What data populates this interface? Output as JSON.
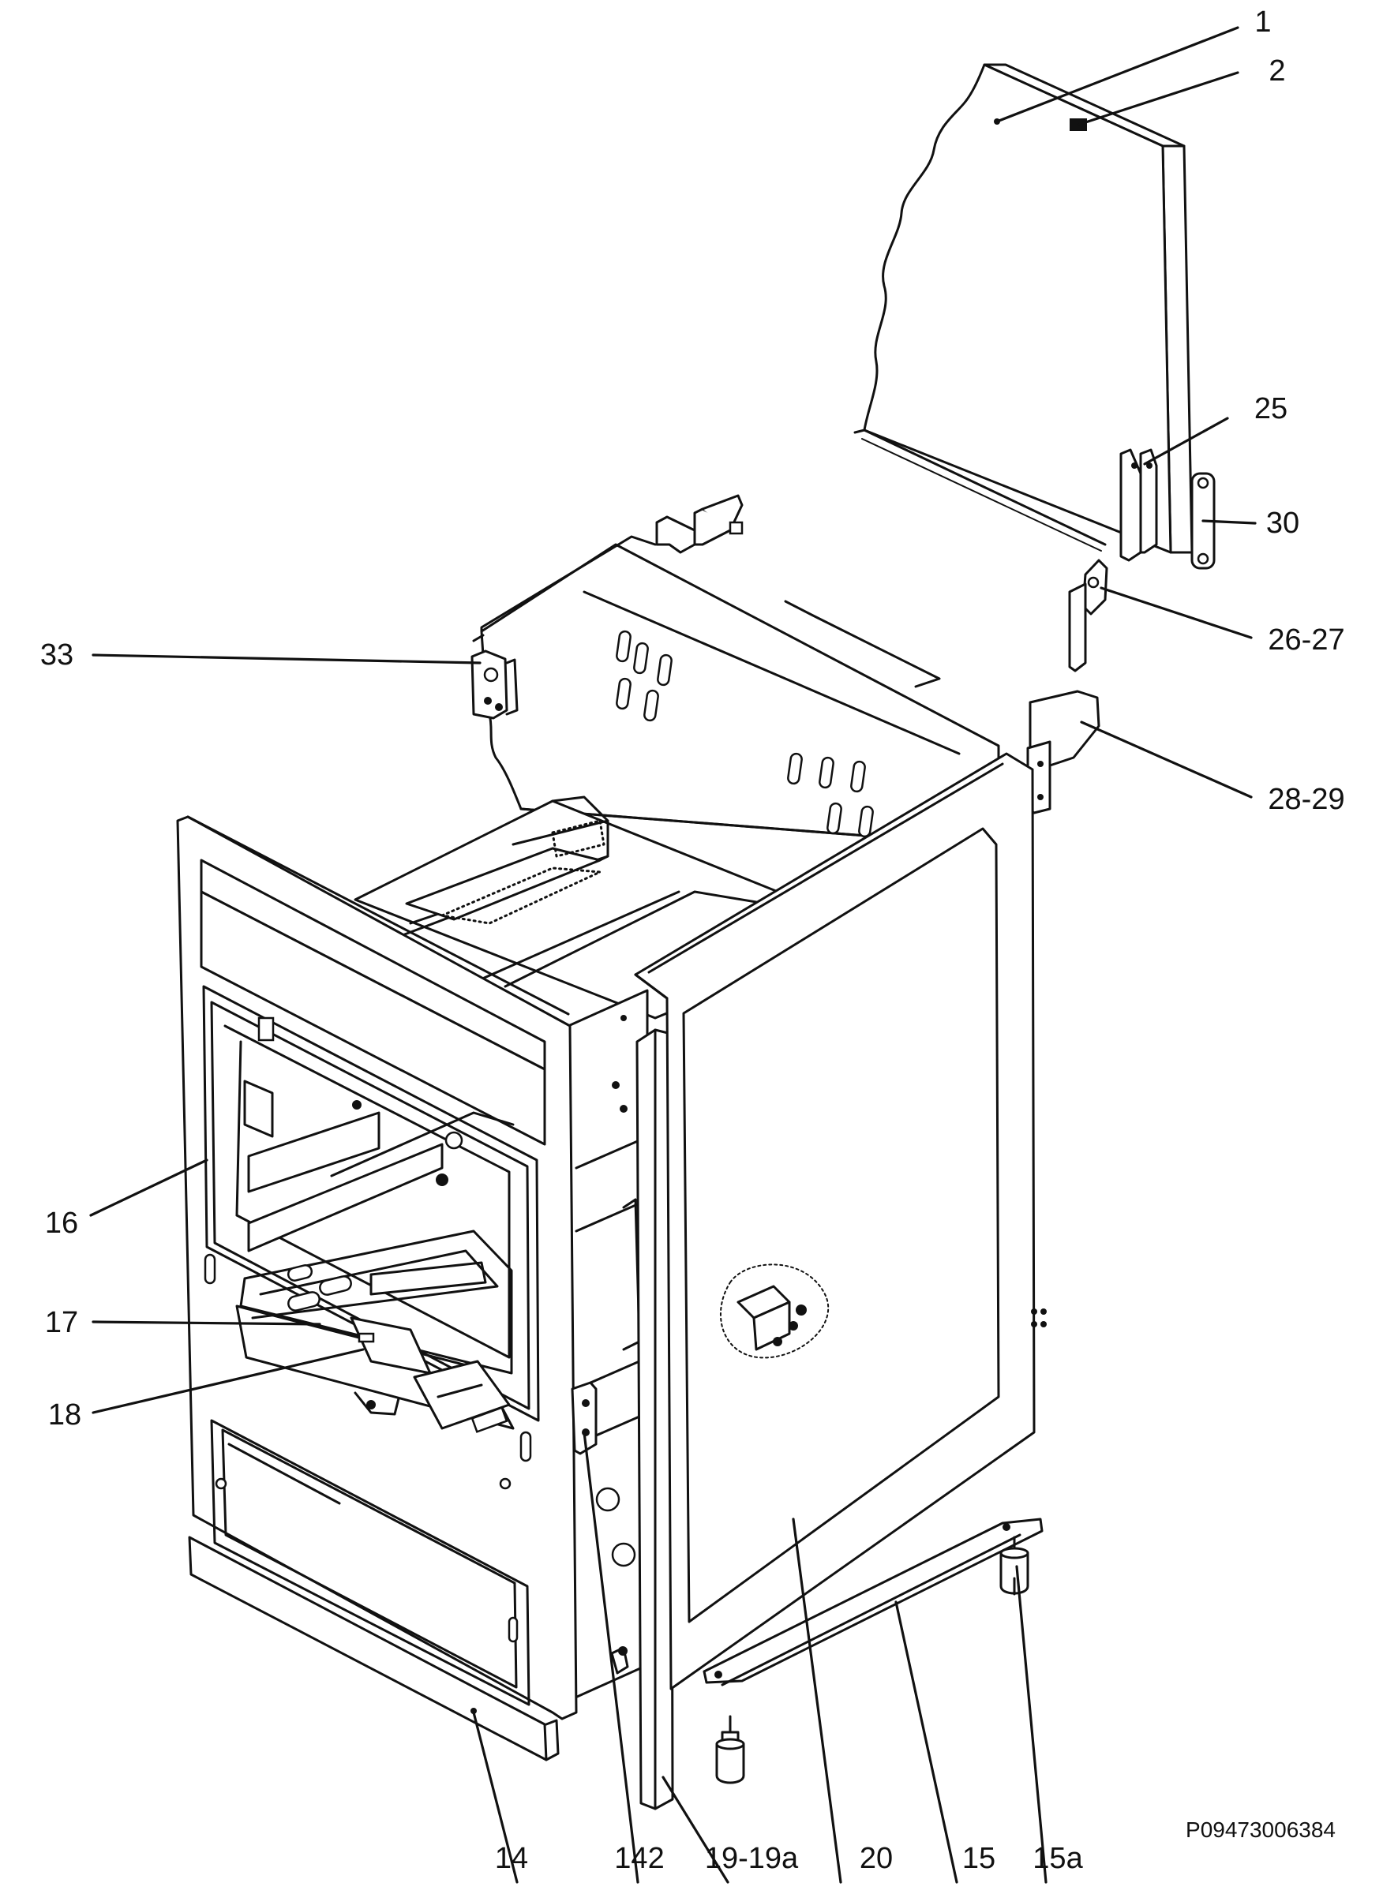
{
  "diagram": {
    "reference_code": "P09473006384",
    "callouts": [
      "1",
      "2",
      "25",
      "30",
      "26-27",
      "33",
      "28-29",
      "16",
      "17",
      "18",
      "14",
      "142",
      "19-19a",
      "20",
      "15",
      "15a"
    ]
  }
}
